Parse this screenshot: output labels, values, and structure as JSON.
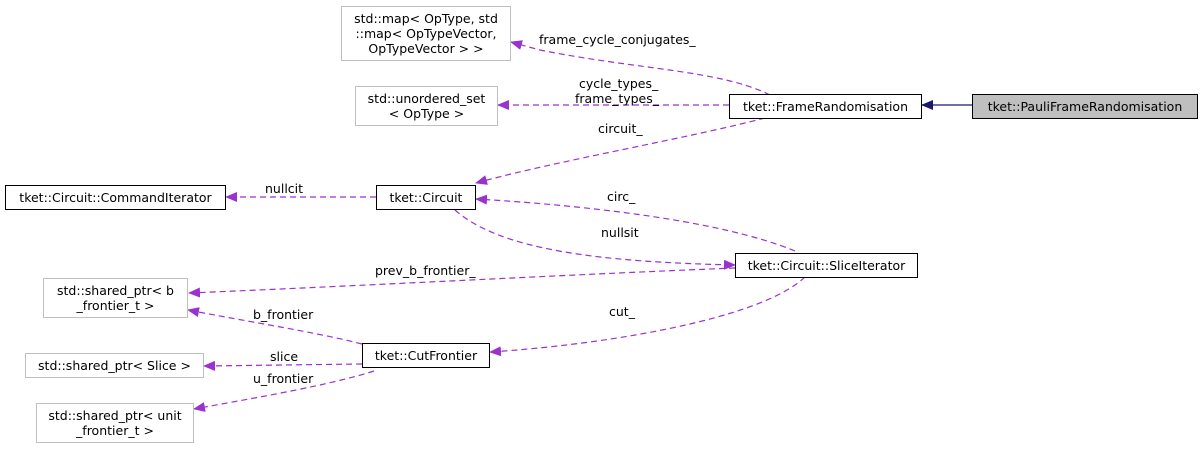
{
  "nodes": {
    "pauli": "tket::PauliFrameRandomisation",
    "frame": "tket::FrameRandomisation",
    "map_lines": [
      "std::map< OpType, std",
      "::map< OpTypeVector,",
      "OpTypeVector > >"
    ],
    "uset_lines": [
      "std::unordered_set",
      "< OpType >"
    ],
    "circuit": "tket::Circuit",
    "cmditer": "tket::Circuit::CommandIterator",
    "sliceiter": "tket::Circuit::SliceIterator",
    "bfront_lines": [
      "std::shared_ptr< b",
      "_frontier_t >"
    ],
    "cutfrontier": "tket::CutFrontier",
    "slice": "std::shared_ptr< Slice >",
    "ufront_lines": [
      "std::shared_ptr< unit",
      "_frontier_t >"
    ]
  },
  "edges": {
    "frame_cycle_conjugates": "frame_cycle_conjugates_",
    "cycle_types": "cycle_types_",
    "frame_types": "frame_types_",
    "circuit": "circuit_",
    "nullcit": "nullcit",
    "circ": "circ_",
    "nullsit": "nullsit",
    "prev_b_frontier": "prev_b_frontier_",
    "cut": "cut_",
    "b_frontier": "b_frontier",
    "slice": "slice",
    "u_frontier": "u_frontier"
  },
  "colors": {
    "inheritance": "#191970",
    "usage": "#9a32cd",
    "external_border": "#bfbfbf",
    "focus_fill": "#bfbfbf"
  }
}
